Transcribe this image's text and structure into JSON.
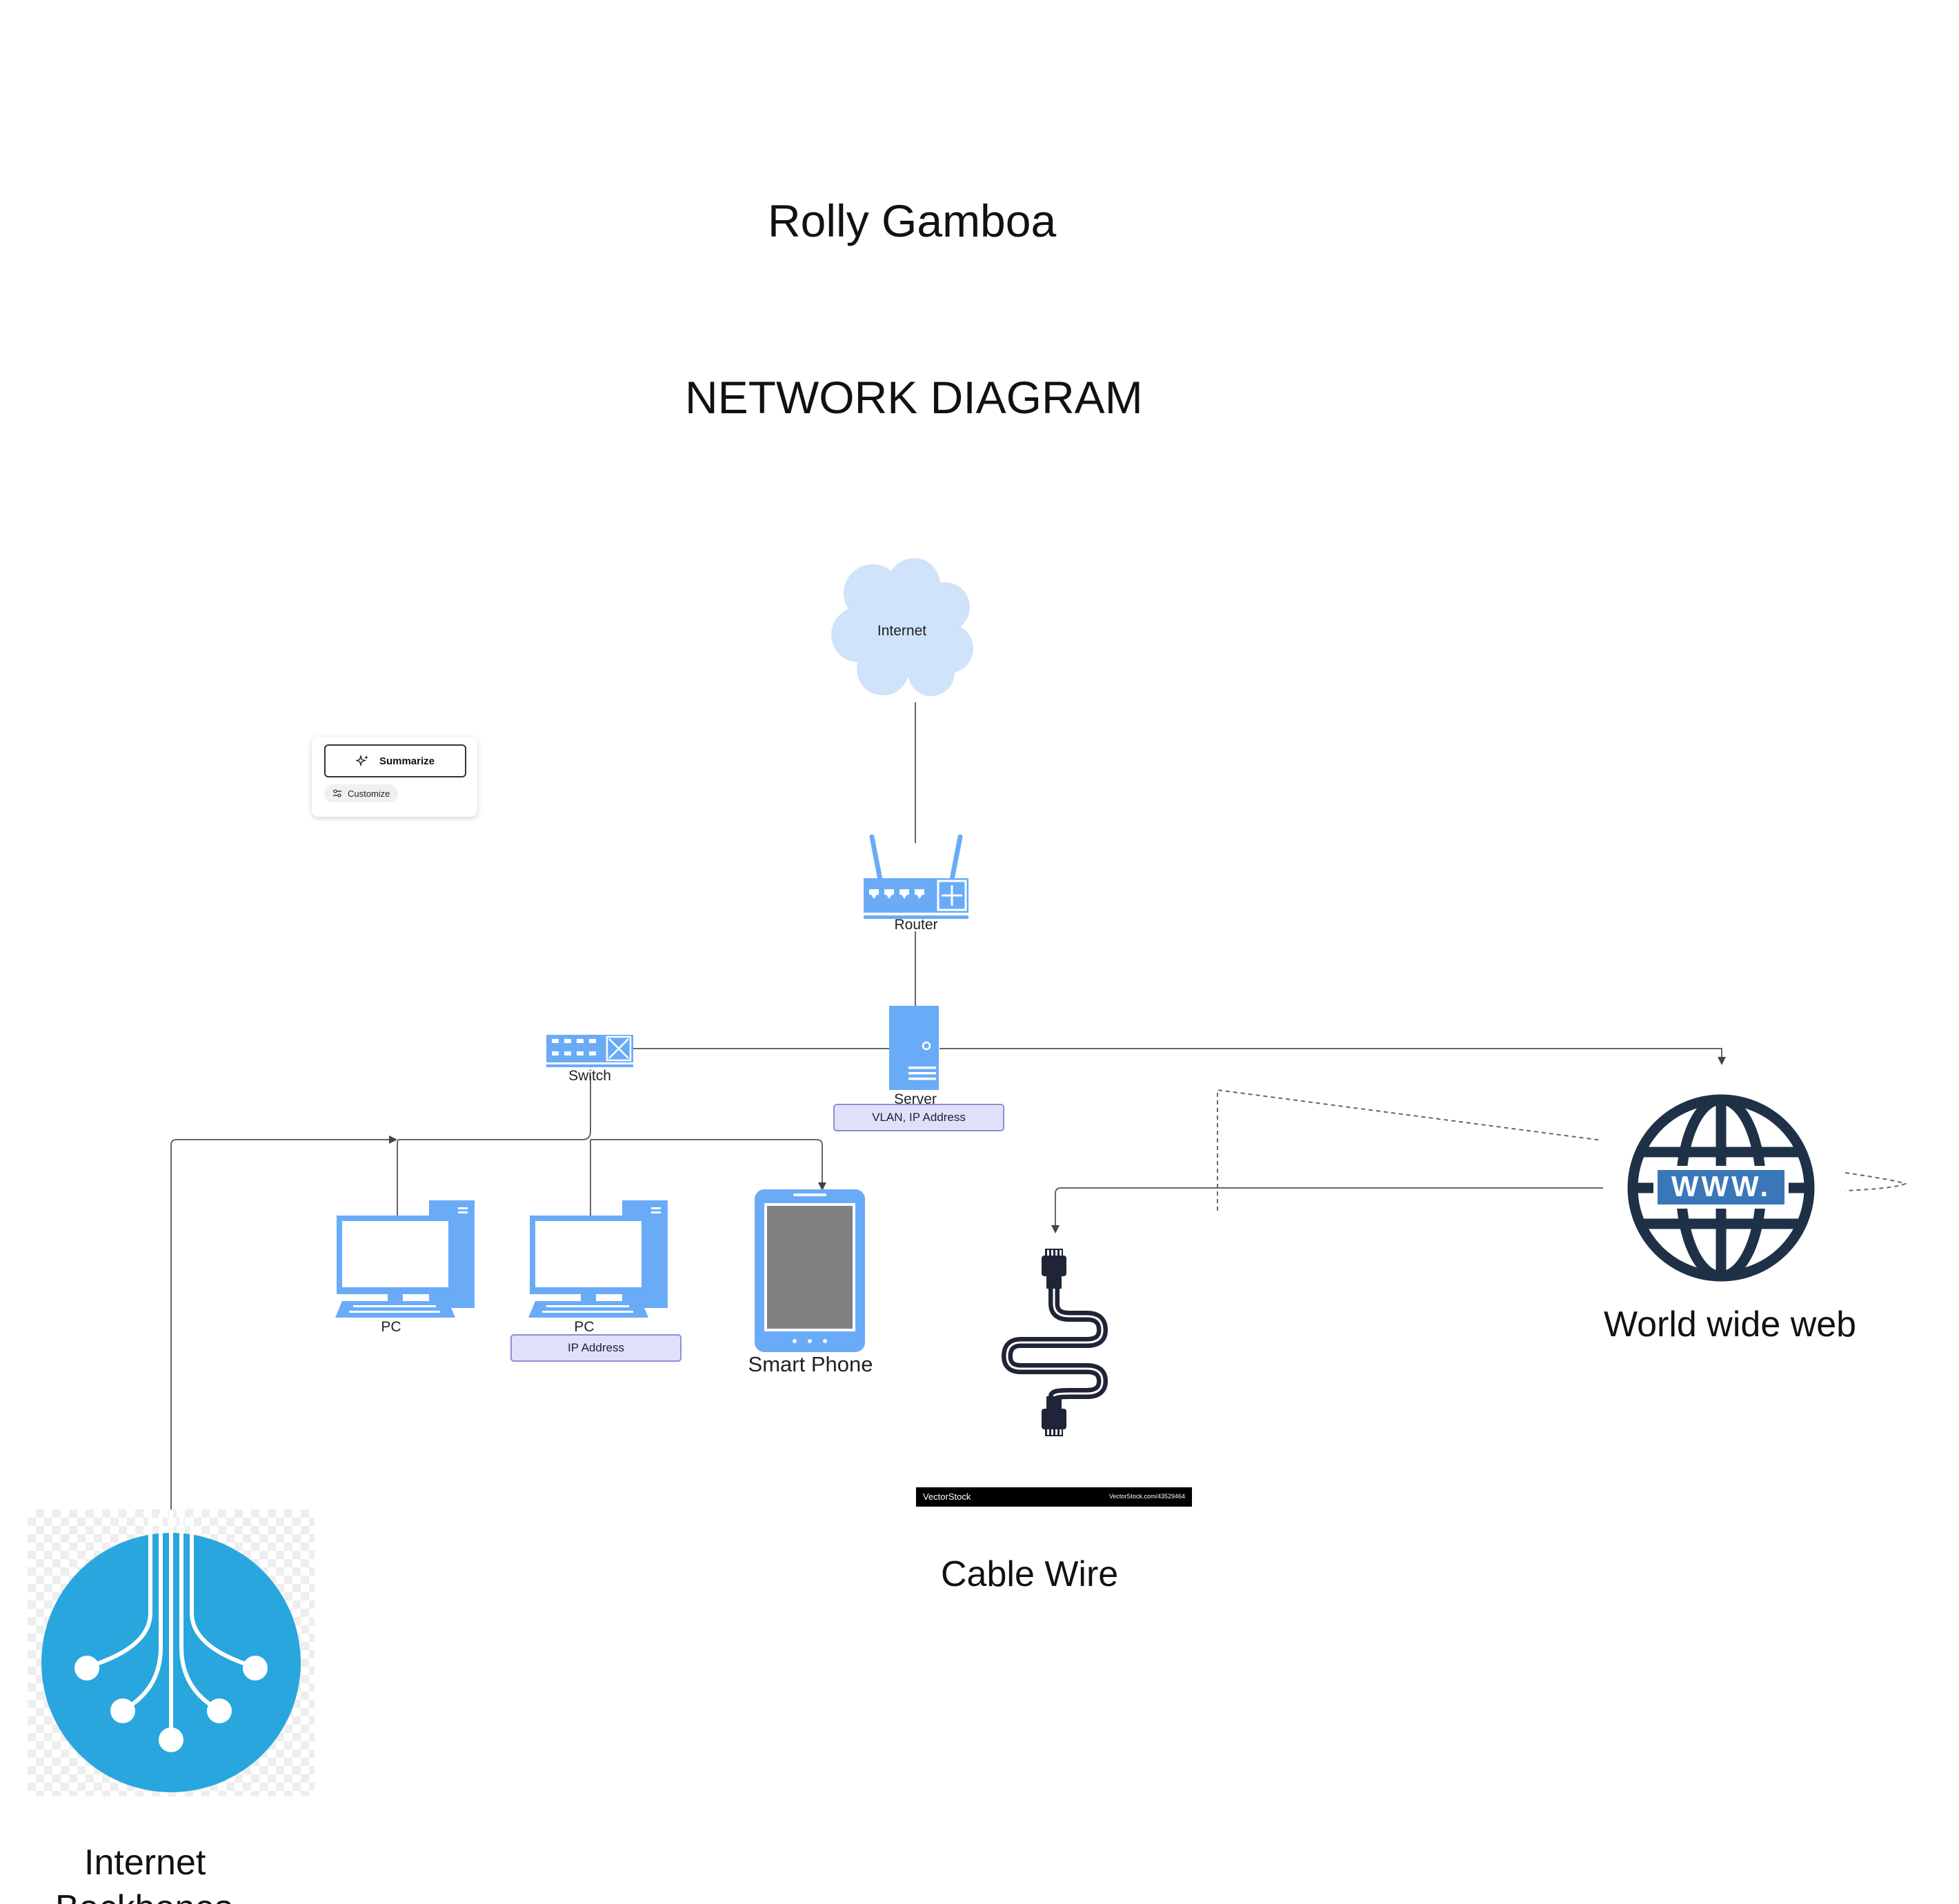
{
  "header": {
    "author": "Rolly Gamboa",
    "title": "NETWORK DIAGRAM"
  },
  "nodes": {
    "internet_cloud": "Internet",
    "router": "Router",
    "switch": "Switch",
    "server": "Server",
    "server_tag": "VLAN, IP Address",
    "pc_1": "PC",
    "pc_2": "PC",
    "pc_2_tag": "IP Address",
    "smart_phone": "Smart Phone"
  },
  "images": {
    "cable_banner_brand": "VectorStock",
    "cable_banner_url": "VectorStock.com/43529464",
    "cable_caption": "Cable Wire",
    "www_badge": "WWW.",
    "www_caption": "World wide web",
    "backbone_caption_line1": "Internet",
    "backbone_caption_line2": "Backbones"
  },
  "ai_panel": {
    "summarize_label": "Summarize",
    "customize_label": "Customize"
  },
  "colors": {
    "device_blue": "#6aabf8",
    "cloud_blue": "#cfe3fb",
    "globe_navy": "#1f3147",
    "globe_badge": "#3a77b9",
    "backbone_blue": "#29a6de",
    "tag_fill": "#dfe1fb",
    "wire": "#555555"
  }
}
